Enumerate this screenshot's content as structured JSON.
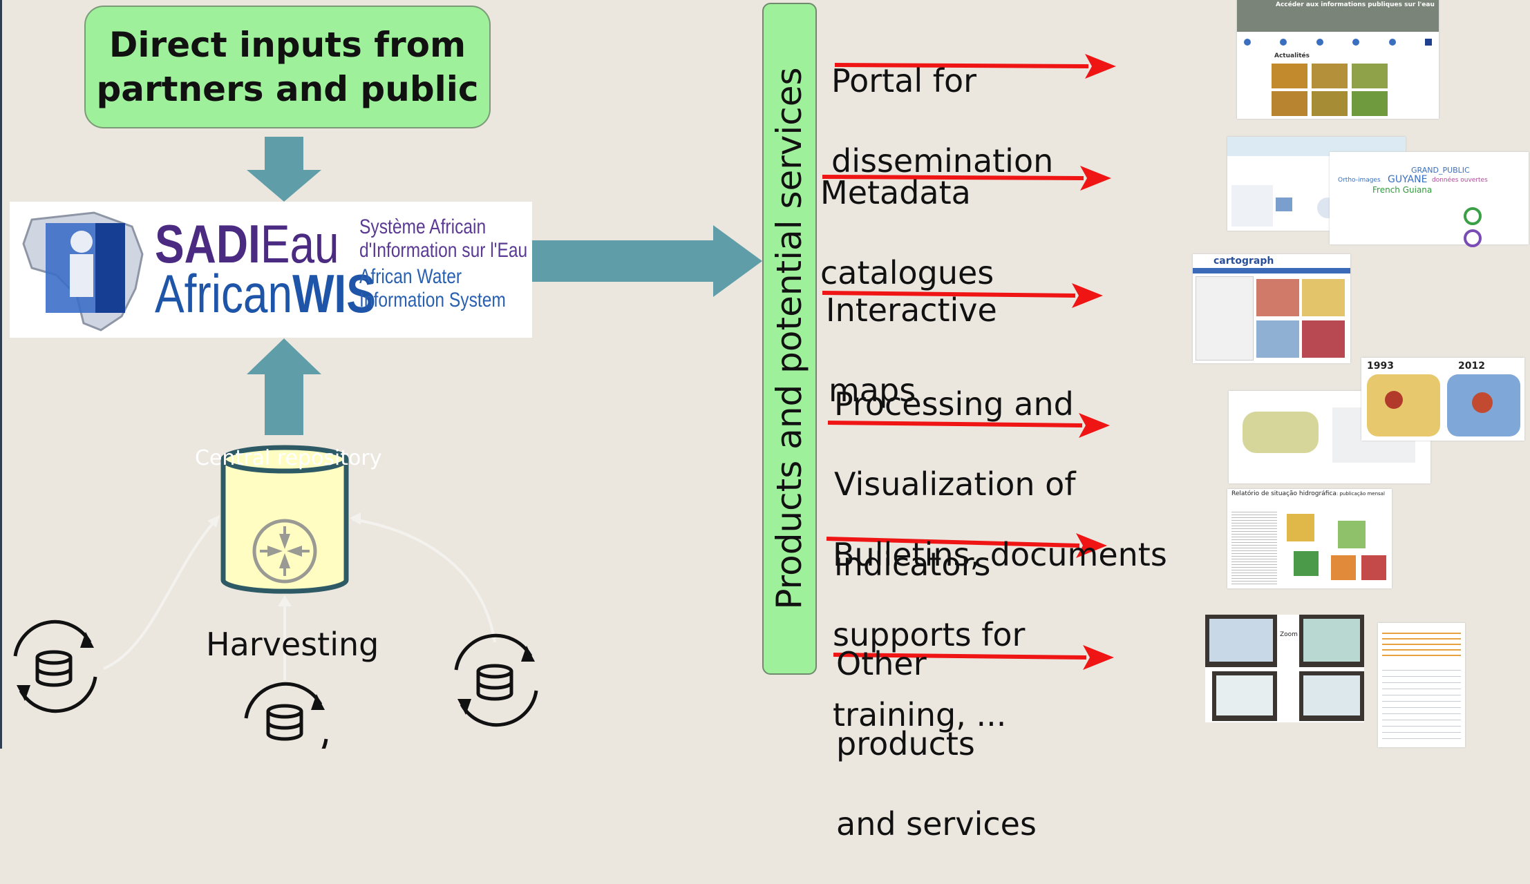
{
  "direct_inputs": {
    "line1": "Direct inputs from",
    "line2": "partners and public"
  },
  "logo": {
    "sadi_bold": "SADI",
    "sadi_rest": "Eau",
    "wis_thin": "African",
    "wis_bold": "WIS",
    "fr_line1": "Système Africain",
    "fr_line2": "d'Information sur l'Eau",
    "en_line1": "African Water",
    "en_line2": "Information System"
  },
  "repository": {
    "label": "Central repository"
  },
  "harvesting": {
    "label": "Harvesting"
  },
  "products_bar": {
    "label": "Products and potential services"
  },
  "services": [
    {
      "line1": "Portal for",
      "line2": "dissemination"
    },
    {
      "line1": "Metadata",
      "line2": "catalogues"
    },
    {
      "line1": "Interactive",
      "line2": "maps"
    },
    {
      "line1": "Processing and",
      "line2": "Visualization of",
      "line3": "indicators"
    },
    {
      "line1": "Bulletins, documents",
      "line2": " supports for",
      "line3": "training, ..."
    },
    {
      "line1": "Other",
      "line2": "products",
      "line3": "and services"
    }
  ],
  "thumbnails": {
    "portal_header": "Accéder aux informations publiques sur l'eau",
    "portal_news": "Actualités",
    "metadata_words": [
      "GRAND_PUBLIC",
      "GUYANE",
      "French Guiana",
      "Ortho-images",
      "données ouvertes"
    ],
    "cartograph": "cartograph",
    "year_left": "1993",
    "year_right": "2012",
    "bulletin_title": "Relatório de situação hidrográfica",
    "bulletin_subtitle": ": publicação mensal",
    "zoom": "Zoom"
  },
  "colors": {
    "background": "#ebe7df",
    "green_box": "#9ff09a",
    "teal_arrow": "#5f9ea9",
    "red_arrow": "#f01515",
    "repo_fill": "#fffdc2",
    "repo_stroke": "#2e5a66"
  }
}
